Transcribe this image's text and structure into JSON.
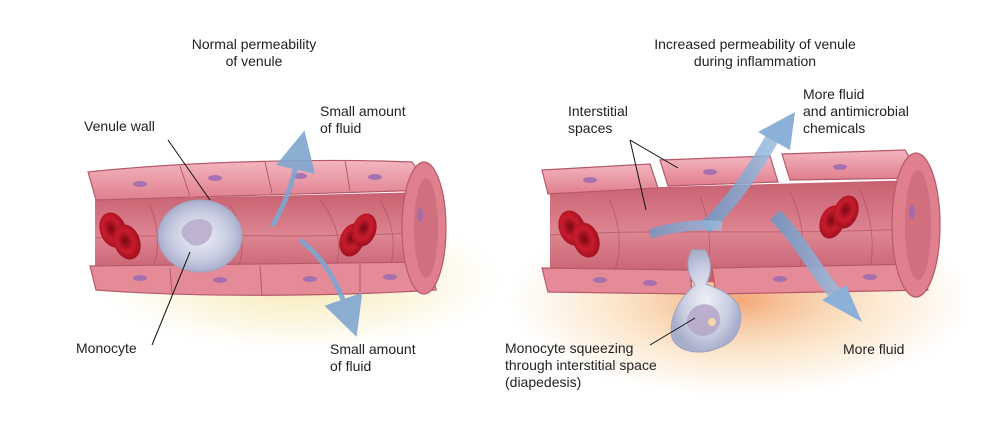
{
  "left_panel": {
    "title": [
      "Normal permeability",
      "of venule"
    ],
    "labels": {
      "venule_wall": [
        "Venule wall"
      ],
      "small_fluid_top": [
        "Small amount",
        "of fluid"
      ],
      "monocyte": [
        "Monocyte"
      ],
      "small_fluid_bottom": [
        "Small amount",
        "of fluid"
      ]
    }
  },
  "right_panel": {
    "title": [
      "Increased permeability of venule",
      "during inflammation"
    ],
    "labels": {
      "interstitial": [
        "Interstitial",
        "spaces"
      ],
      "more_fluid_chem": [
        "More fluid",
        "and antimicrobial",
        "chemicals"
      ],
      "monocyte_squeeze": [
        "Monocyte squeezing",
        "through interstitial space",
        "(diapedesis)"
      ],
      "more_fluid": [
        "More fluid"
      ]
    }
  },
  "colors": {
    "wall": "#e58b97",
    "wall_dark": "#c96575",
    "wall_light": "#f2b3bb",
    "lumen": "#d97a88",
    "nucleus": "#9b6bb3",
    "rbc": "#c0172a",
    "monocyte": "#c9cde0",
    "arrow": "#7fa6cf",
    "glow_left": "#f6e6a8",
    "glow_right": "#f2a067"
  }
}
